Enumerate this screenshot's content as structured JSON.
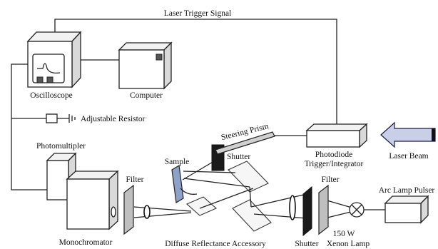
{
  "labels": {
    "laser_trigger_signal": "Laser Trigger Signal",
    "oscilloscope": "Oscilloscope",
    "computer": "Computer",
    "adjustable_resistor": "Adjustable Resistor",
    "photomultiplier": "Photomultipler",
    "monochromator": "Monochromator",
    "filter_left": "Filter",
    "sample": "Sample",
    "shutter_top": "Shutter",
    "steering_prism": "Steering Prism",
    "photodiode_line1": "Photodiode",
    "photodiode_line2": "Trigger/Integrator",
    "laser_beam": "Laser Beam",
    "diffuse_reflectance": "Diffuse Reflectance Accessory",
    "shutter_bottom": "Shutter",
    "filter_right": "Filter",
    "lamp_power": "150 W",
    "xenon_lamp": "Xenon Lamp",
    "arc_lamp_pulser": "Arc Lamp Pulser"
  },
  "colors": {
    "line": "#222222",
    "panel_fill": "#d9d9d9",
    "dark_component": "#1a1a1a",
    "filter_gray": "#bfbfbf",
    "sample_blue": "#8ea2c8",
    "laser_arrow": "#c9cfe6"
  },
  "icons": {
    "resistor": "resistor-icon",
    "ground": "ground-icon",
    "lamp": "xenon-lamp-icon",
    "laser": "laser-arrow-icon"
  }
}
